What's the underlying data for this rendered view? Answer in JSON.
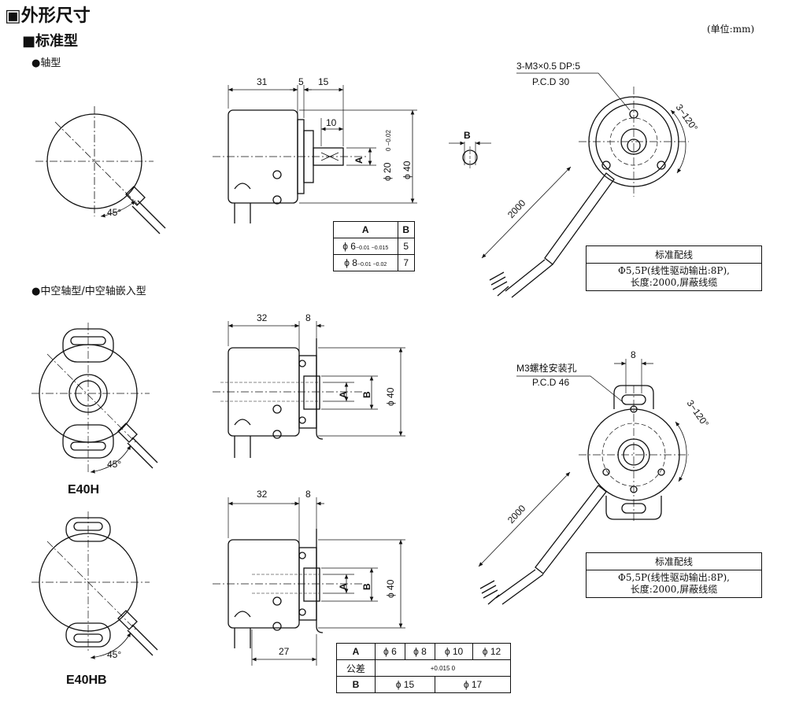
{
  "header": {
    "title": "▣外形尺寸",
    "unit": "(单位:mm)",
    "section": "■标准型",
    "shaft_type": "●轴型",
    "hollow_type": "●中空轴型/中空轴嵌入型"
  },
  "shaft": {
    "angle": "45°",
    "dim_31": "31",
    "dim_5": "5",
    "dim_15": "15",
    "dim_10": "10",
    "phi20": "ϕ 20",
    "phi20_tol": "0 −0.02",
    "phi40": "ϕ 40",
    "label_a": "A",
    "label_b": "B",
    "table": {
      "h_a": "A",
      "h_b": "B",
      "r1_a": "ϕ 6",
      "r1_a_tol": "−0.01 −0.015",
      "r1_b": "5",
      "r2_a": "ϕ 8",
      "r2_a_tol": "−0.01 −0.02",
      "r2_b": "7"
    },
    "rear": {
      "holes": "3-M3×0.5 DP:5",
      "pcd": "P.C.D 30",
      "pattern": "3−120°",
      "cable": "2000"
    },
    "note": {
      "title": "标准配线",
      "line1": "Φ5,5P(线性驱动输出:8P),",
      "line2": "长度:2000,屏蔽线缆"
    }
  },
  "e40h": {
    "model": "E40H",
    "angle": "45°",
    "dim_32": "32",
    "dim_8": "8",
    "label_a": "A",
    "label_b": "B",
    "phi40": "ϕ 40",
    "rear": {
      "holes": "M3螺栓安装孔",
      "pcd": "P.C.D 46",
      "pattern": "3−120°",
      "dim_8": "8",
      "cable": "2000"
    },
    "note": {
      "title": "标准配线",
      "line1": "Φ5,5P(线性驱动输出:8P),",
      "line2": "长度:2000,屏蔽线缆"
    }
  },
  "e40hb": {
    "model": "E40HB",
    "angle": "45°",
    "dim_32": "32",
    "dim_8": "8",
    "dim_27": "27",
    "label_a": "A",
    "label_b": "B",
    "phi40": "ϕ 40",
    "table": {
      "h_a": "A",
      "c1": "ϕ 6",
      "c2": "ϕ 8",
      "c3": "ϕ 10",
      "c4": "ϕ 12",
      "tol_label": "公差",
      "tol_value": "+0.015 0",
      "h_b": "B",
      "b1": "ϕ 15",
      "b2": "ϕ 17"
    }
  }
}
